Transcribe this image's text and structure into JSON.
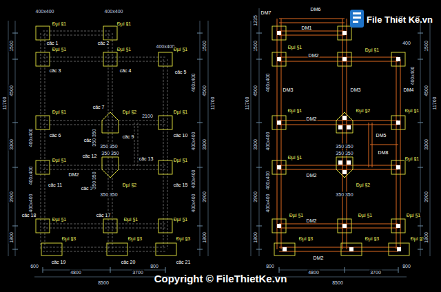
{
  "diagram": {
    "labels": [
      "400x400",
      "400x400",
      "Ðµi §1",
      "Ðµi §1",
      "cäc 1",
      "cäc 2",
      "400x400",
      "Ðµi §1",
      "Ðµi §1",
      "Ðµi §1",
      "cäc 3",
      "cäc 4",
      "cäc 5",
      "cäc 7",
      "Ðµi §1",
      "Ðµi §2",
      "2100",
      "Ðµi §1",
      "cäc 6",
      "cäc 8",
      "cäc 9",
      "cäc 10",
      "350 350",
      "Ðµi §1",
      "DM2",
      "cäc 12",
      "350 350",
      "cäc 13",
      "Ðµi §1",
      "cäc 11",
      "cäc 14",
      "Ðµi §2",
      "cäc 15",
      "350 350",
      "cäc 18",
      "cäc 17",
      "Ðµi §1",
      "Ðµi §1",
      "Ðµi §1",
      "Ðµi §3",
      "Ðµi §3",
      "Ðµi §3",
      "cäc 19",
      "cäc 20",
      "cäc 21",
      "600",
      "800",
      "4800",
      "3700",
      "8500",
      "1500",
      "4500",
      "3300",
      "3900",
      "1800",
      "11700",
      "1500",
      "4500",
      "3300",
      "3900",
      "1800",
      "11700",
      "400x400",
      "400x400",
      "400x400",
      "400x400",
      "400x400",
      "400x400",
      "400x400",
      "350 350",
      "350 350",
      "DM7",
      "DM6",
      "DM1",
      "DM2",
      "400",
      "DM3",
      "DM3",
      "DM4",
      "DM2",
      "Ðµi §2",
      "Ðµi §1",
      "DM5",
      "DM8",
      "350 350",
      "DM2",
      "Ðµi §1",
      "350 350",
      "Ðµi §1",
      "Ðµi §2",
      "350 350",
      "DM2",
      "Ðµi §1",
      "Ðµi §1",
      "Ðµi §1",
      "Ðµi §3",
      "Ðµi §3",
      "Ðµi §3",
      "DM2",
      "800",
      "4800",
      "3700",
      "800",
      "8500",
      "1235",
      "1500",
      "4500",
      "3300",
      "3900",
      "1800",
      "11700",
      "1500",
      "4500",
      "3300",
      "3900",
      "1800",
      "11700",
      "400x400",
      "400x400",
      "400x400",
      "400x400",
      "400x400",
      "Ðµi §1",
      "Ðµi §1",
      "Ðµi §1",
      "File Thiết Kế.vn",
      "Copyright © FileThietKe.vn"
    ]
  }
}
